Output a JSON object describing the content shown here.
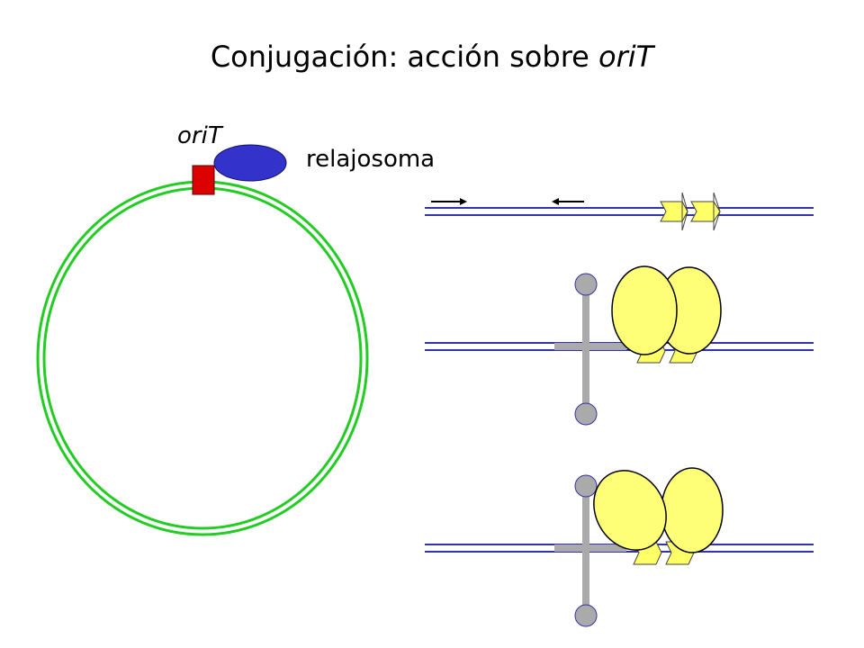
{
  "title": {
    "prefix": "Conjugación: acción sobre ",
    "italic": "oriT"
  },
  "labels": {
    "orit": "oriT",
    "relaxosome": "relajosoma"
  },
  "colors": {
    "plasmid": "#22cc22",
    "orit_box": "#dd0000",
    "relaxosome": "#3333cc",
    "dna_strand": "#3333aa",
    "protein": "#ffff77",
    "hairpin": "#aaaaaa",
    "arrow": "#000000"
  }
}
